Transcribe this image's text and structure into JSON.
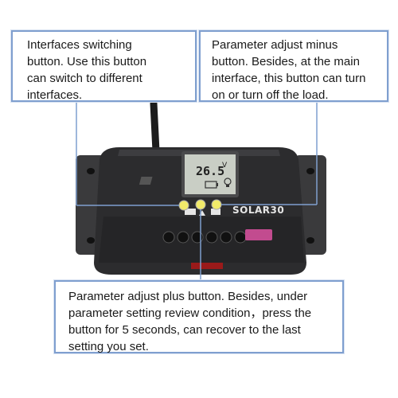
{
  "callouts": {
    "left": {
      "lines": [
        "Interfaces switching",
        "button. Use this button",
        "can switch to different",
        "interfaces."
      ]
    },
    "right": {
      "lines": [
        "Parameter adjust minus",
        "button. Besides, at the main",
        "interface, this button can turn",
        "on or turn off the load."
      ]
    },
    "bottom": {
      "lines": [
        "Parameter adjust plus button. Besides, under",
        "parameter setting review condition，press the",
        "button for 5 seconds, can recover to the last",
        "setting you set."
      ]
    }
  },
  "device": {
    "brand": "SOLAR30",
    "lcd_value": "26.5",
    "lcd_unit": "V"
  },
  "colors": {
    "callout_border": "#7f9fcf",
    "device_body": "#2c2c2e",
    "lcd_background": "#c9cec5",
    "button_yellow": "#f1ea6a"
  },
  "icons": [
    "solar-panel-icon",
    "battery-icon",
    "bulb-icon",
    "arrow-up-icon",
    "key-icon"
  ]
}
